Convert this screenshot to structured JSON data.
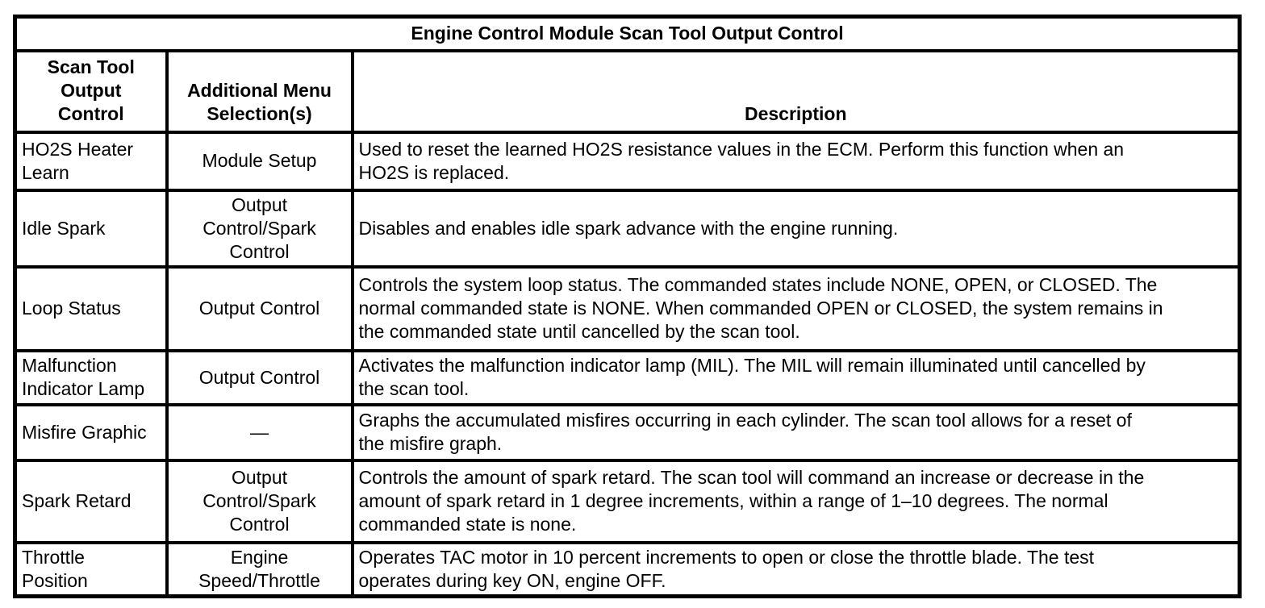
{
  "table": {
    "title": "Engine Control Module Scan Tool Output Control",
    "headers": [
      "Scan Tool\nOutput\nControl",
      "Additional Menu\nSelection(s)",
      "Description"
    ],
    "rows": [
      {
        "control": "HO2S Heater\nLearn",
        "menu": "Module Setup",
        "description": "Used to reset the learned HO2S resistance values in the ECM. Perform this function when an\nHO2S is replaced."
      },
      {
        "control": "Idle Spark",
        "menu": "Output\nControl/Spark\nControl",
        "description": "Disables and enables idle spark advance with the engine running."
      },
      {
        "control": "Loop Status",
        "menu": "Output Control",
        "description": "Controls the system loop status. The commanded states include NONE, OPEN, or CLOSED. The\nnormal commanded state is NONE. When commanded OPEN or CLOSED, the system remains in\nthe commanded state until cancelled by the scan tool."
      },
      {
        "control": "Malfunction\nIndicator Lamp",
        "menu": "Output Control",
        "description": "Activates the malfunction indicator lamp (MIL). The MIL will remain illuminated until cancelled by\nthe scan tool."
      },
      {
        "control": "Misfire Graphic",
        "menu": "—",
        "description": "Graphs the accumulated misfires occurring in each cylinder. The scan tool allows for a reset of\nthe misfire graph."
      },
      {
        "control": "Spark Retard",
        "menu": "Output\nControl/Spark\nControl",
        "description": "Controls the amount of spark retard. The scan tool will command an increase or decrease in the\namount of spark retard in 1 degree increments, within a range of 1–10 degrees. The normal\ncommanded state is none."
      },
      {
        "control": "Throttle\nPosition",
        "menu": "Engine\nSpeed/Throttle",
        "description": "Operates TAC motor in 10 percent increments to open or close the throttle blade. The test\noperates during key ON, engine OFF."
      }
    ],
    "colors": {
      "border": "#000000",
      "background": "#ffffff",
      "text": "#000000"
    }
  }
}
